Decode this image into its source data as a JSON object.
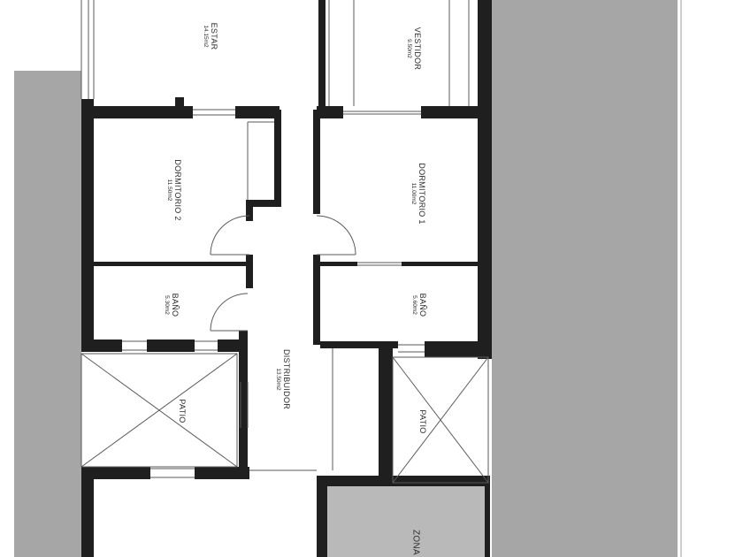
{
  "colors": {
    "wall": "#1f1f1f",
    "paper": "#ffffff",
    "background_shade": "#a6a6a6",
    "zone_shade": "#b9b9b9",
    "line": "#5a5a5a"
  },
  "rooms": {
    "estar": {
      "name": "ESTAR",
      "area": "14.15m2"
    },
    "vestidor": {
      "name": "VESTIDOR",
      "area": "9.50m2"
    },
    "dormitorio2": {
      "name": "DORMITORIO  2",
      "area": "11.50m2"
    },
    "dormitorio1": {
      "name": "DORMITORIO  1",
      "area": "11.00m2"
    },
    "bano_left": {
      "name": "BAÑO",
      "area": "5.30m2"
    },
    "bano_right": {
      "name": "BAÑO",
      "area": "5.60m2"
    },
    "distribuidor": {
      "name": "DISTRIBUIDOR",
      "area": "13.50m2"
    },
    "patio_left": {
      "name": "PATIO"
    },
    "patio_right": {
      "name": "PATIO"
    },
    "zona": {
      "name": "ZONA"
    }
  }
}
